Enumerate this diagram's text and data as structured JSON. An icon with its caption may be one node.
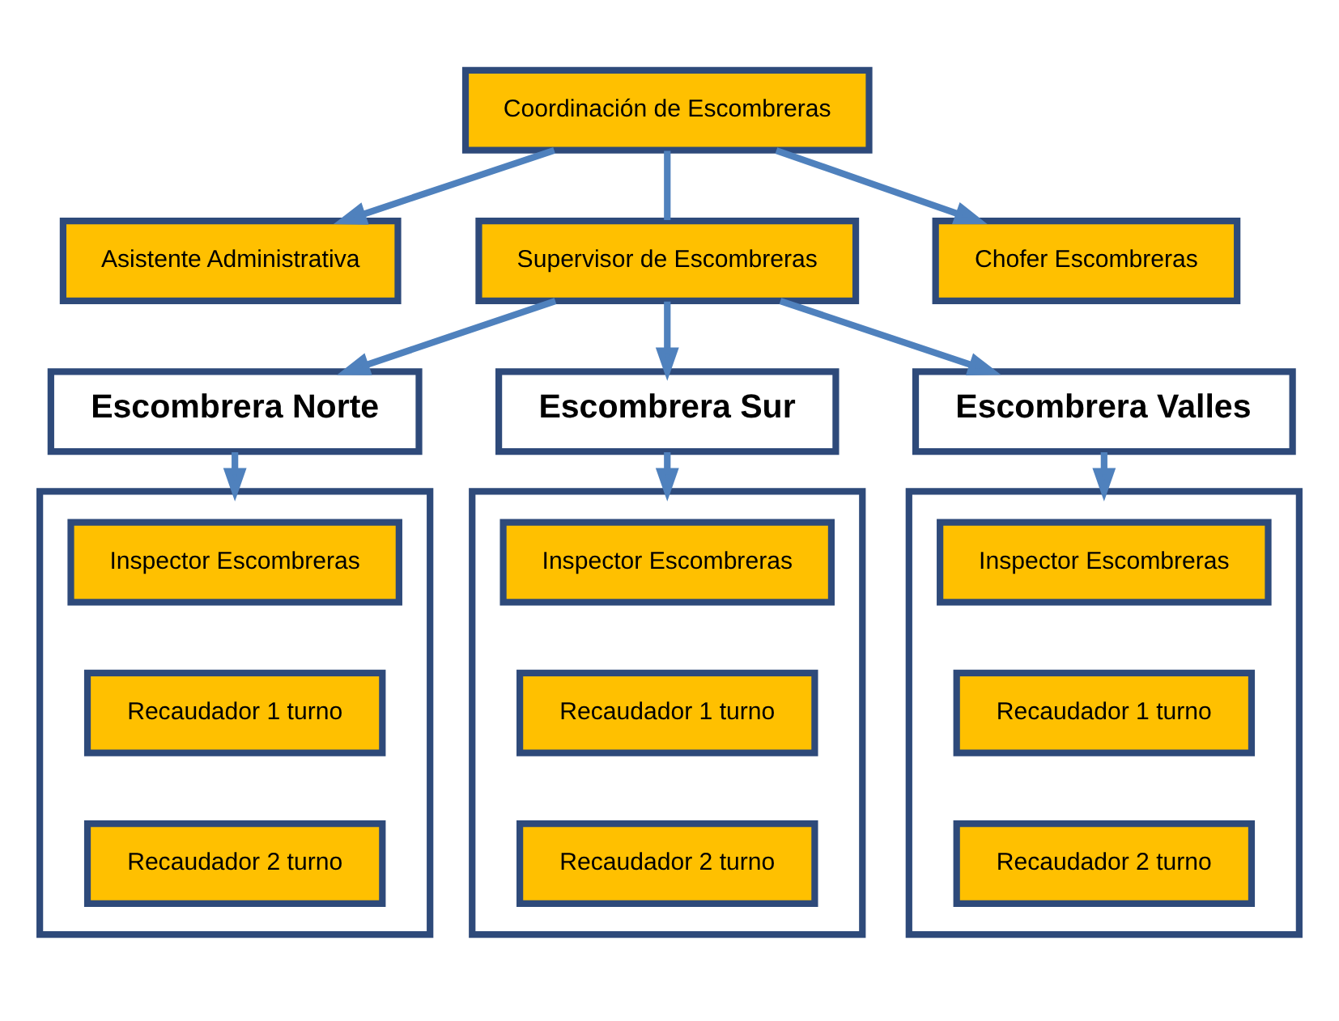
{
  "diagram": {
    "nodes": [
      {
        "text": [
          "Coordinación de Escombreras"
        ]
      },
      {
        "text": [
          "Asistente Administrativa"
        ]
      },
      {
        "text": [
          "Chofer Escombreras"
        ]
      },
      {
        "text": [
          "Supervisor de Escombreras"
        ]
      },
      {
        "text": [
          "Escombrera Norte"
        ]
      },
      {
        "text": [
          "Escombrera Sur"
        ]
      },
      {
        "text": [
          "Escombrera Valles"
        ]
      },
      {
        "text": [],
        "shape": "box"
      },
      {
        "text": [
          "Inspector Escombreras"
        ],
        "in": 7
      },
      {
        "text": [
          "Recaudador 1 turno"
        ],
        "in": 7
      },
      {
        "text": [
          "Recaudador 2 turno"
        ],
        "in": 7
      },
      {
        "text": [],
        "shape": "box"
      },
      {
        "text": [
          "Inspector Escombreras"
        ],
        "in": 11
      },
      {
        "text": [
          "Recaudador 1 turno"
        ],
        "in": 11
      },
      {
        "text": [
          "Recaudador 2 turno"
        ],
        "in": 11
      },
      {
        "text": [],
        "shape": "box"
      },
      {
        "text": [
          "Inspector Escombreras"
        ],
        "in": 15
      },
      {
        "text": [
          "Recaudador 1 turno"
        ],
        "in": 15
      },
      {
        "text": [
          "Recaudador 2 turno"
        ],
        "in": 15
      }
    ],
    "edges": [
      {
        "from": 0,
        "to": 1,
        "arrow": "to"
      },
      {
        "from": 0,
        "to": 2,
        "arrow": "to"
      },
      {
        "from": 0,
        "to": 3,
        "arrow": "none"
      },
      {
        "from": 3,
        "to": 4,
        "arrow": "to"
      },
      {
        "from": 3,
        "to": 5,
        "arrow": "to"
      },
      {
        "from": 3,
        "to": 6,
        "arrow": "to"
      },
      {
        "from": 4,
        "to": 7,
        "arrow": "to"
      },
      {
        "from": 5,
        "to": 11,
        "arrow": "to"
      },
      {
        "from": 6,
        "to": 15,
        "arrow": "to"
      }
    ]
  }
}
